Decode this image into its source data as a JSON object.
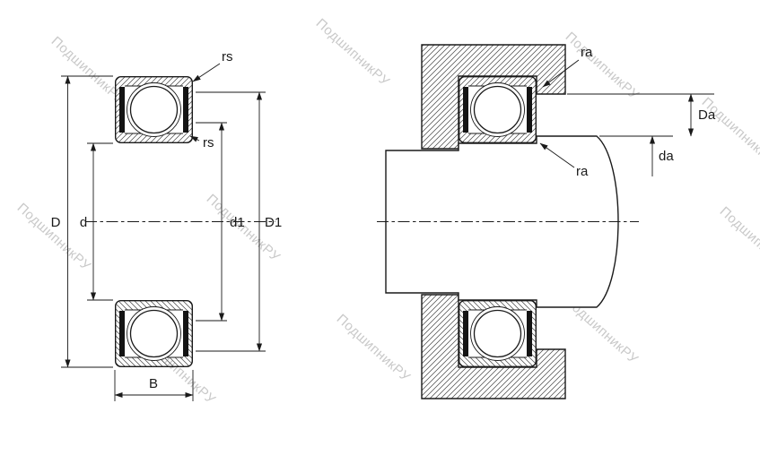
{
  "watermark": {
    "text": "ПодшипникРУ",
    "color": "#c0c0c0"
  },
  "colors": {
    "line": "#1a1a1a",
    "background": "#ffffff",
    "seal": "#141414"
  },
  "left_view": {
    "dim_D": "D",
    "dim_d": "d",
    "dim_d1": "d1",
    "dim_D1": "D1",
    "dim_B": "B",
    "rs_outer": "rs",
    "rs_inner": "rs"
  },
  "right_view": {
    "ra_housing": "ra",
    "ra_shaft": "ra",
    "dim_Da": "Da",
    "dim_da": "da"
  }
}
